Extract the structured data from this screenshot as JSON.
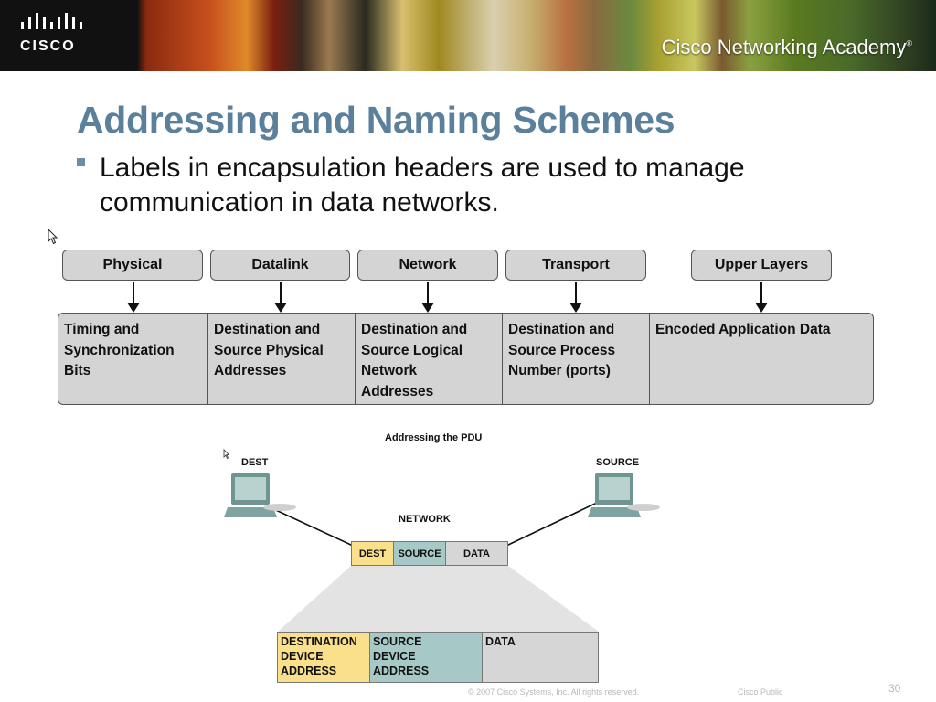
{
  "header": {
    "brand": "CISCO",
    "academy": "Cisco Networking Academy",
    "trademark": "®"
  },
  "slide": {
    "title": "Addressing and Naming Schemes",
    "bullet": "Labels in encapsulation headers are used to manage communication in data networks."
  },
  "layers": [
    "Physical",
    "Datalink",
    "Network",
    "Transport",
    "Upper Layers"
  ],
  "layer_info": [
    "Timing and\nSynchronization\nBits",
    "Destination and\nSource Physical\nAddresses",
    "Destination and\nSource Logical\nNetwork\nAddresses",
    "Destination and\nSource Process\nNumber (ports)",
    "Encoded Application Data"
  ],
  "diagram": {
    "title": "Addressing the PDU",
    "dest_label": "DEST",
    "source_label": "SOURCE",
    "network_label": "NETWORK",
    "pdu": [
      "DEST",
      "SOURCE",
      "DATA"
    ],
    "expanded": [
      "DESTINATION\nDEVICE\nADDRESS",
      "SOURCE\nDEVICE\nADDRESS",
      "DATA"
    ],
    "colors": {
      "dest": "#fbe08c",
      "source": "#a6c9c7",
      "data": "#d6d6d6"
    }
  },
  "footer": {
    "copyright": "© 2007 Cisco Systems, Inc. All rights reserved.",
    "classification": "Cisco Public",
    "page": "30"
  }
}
